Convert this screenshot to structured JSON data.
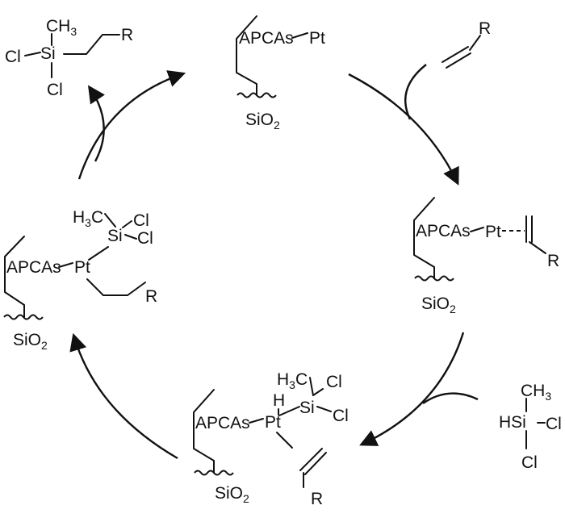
{
  "labels": {
    "apcas": "APCAs",
    "pt": "Pt",
    "support": "SiO",
    "support_sub": "2",
    "si": "Si",
    "cl": "Cl",
    "ch": "CH",
    "ch_sub": "3",
    "h3c_h": "H",
    "h3c_sub": "3",
    "h3c_c": "C",
    "r": "R",
    "h": "H",
    "hsi": "HSi"
  }
}
